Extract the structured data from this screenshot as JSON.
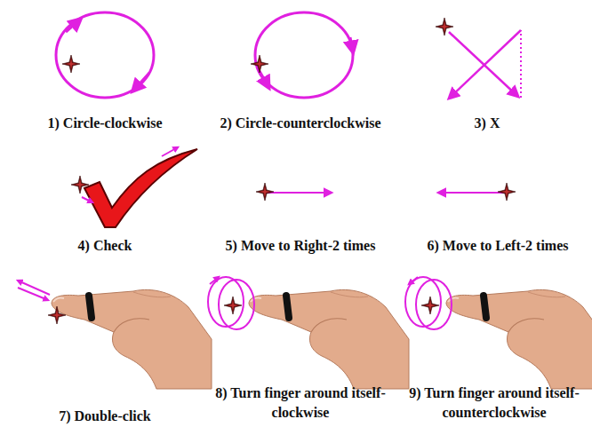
{
  "diagram": {
    "labels": [
      "1) Circle-clockwise",
      "2) Circle-counterclockwise",
      "3) X",
      "4) Check",
      "5) Move to Right-2 times",
      "6) Move to Left-2 times",
      "7) Double-click",
      "8) Turn finger around itself-clockwise",
      "9) Turn finger around itself-counterclockwise"
    ]
  }
}
